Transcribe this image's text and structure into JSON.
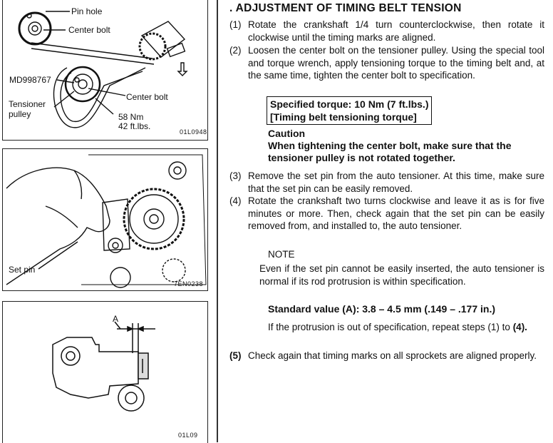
{
  "figures": {
    "fig1": {
      "pin_hole": "Pin hole",
      "center_bolt_top": "Center bolt",
      "tool": "MD998767",
      "center_bolt": "Center bolt",
      "tensioner_line1": "Tensioner",
      "tensioner_line2": "pulley",
      "torque_nm": "58 Nm",
      "torque_ftlbs": "42 ft.lbs.",
      "code": "01L0948"
    },
    "fig2": {
      "set_pin": "Set pin",
      "code": "7EN0238"
    },
    "fig3": {
      "dim_a": "A",
      "code": "01L09"
    }
  },
  "section": {
    "title": ". ADJUSTMENT OF TIMING BELT TENSION"
  },
  "steps": [
    {
      "num": "(1)",
      "text": "Rotate the crankshaft 1/4 turn counterclockwise, then rotate it clockwise until the timing marks are aligned."
    },
    {
      "num": "(2)",
      "text": "Loosen the center bolt on the tensioner pulley. Using the special tool and torque wrench, apply tensioning torque to the timing belt and, at the same time, tighten the center bolt to specification."
    },
    {
      "num": "(3)",
      "text": "Remove the set pin from the auto tensioner. At this time, make sure that the set pin can be easily removed."
    },
    {
      "num": "(4)",
      "text": "Rotate the crankshaft two turns clockwise and leave it as is for five minutes or more. Then, check again that the set pin can be easily removed from, and installed to, the auto tensioner."
    },
    {
      "num": "(5)",
      "text": "Check again that timing marks on all sprockets are aligned properly."
    }
  ],
  "spec": {
    "line1": "Specified torque: 10 Nm (7 ft.lbs.)",
    "line2": "[Timing belt tensioning torque]"
  },
  "caution": {
    "heading": "Caution",
    "text": "When tightening the center bolt, make sure that the tensioner pulley is not rotated together."
  },
  "note": {
    "heading": "NOTE",
    "text": "Even if the set pin cannot be easily inserted, the auto tensioner is normal if its rod protrusion is within specification."
  },
  "standard_value": "Standard value (A): 3.8 – 4.5 mm (.149 – .177 in.)",
  "protrusion": {
    "text": "If the protrusion is out of specification, repeat steps (1) to ",
    "ref": "(4)."
  }
}
